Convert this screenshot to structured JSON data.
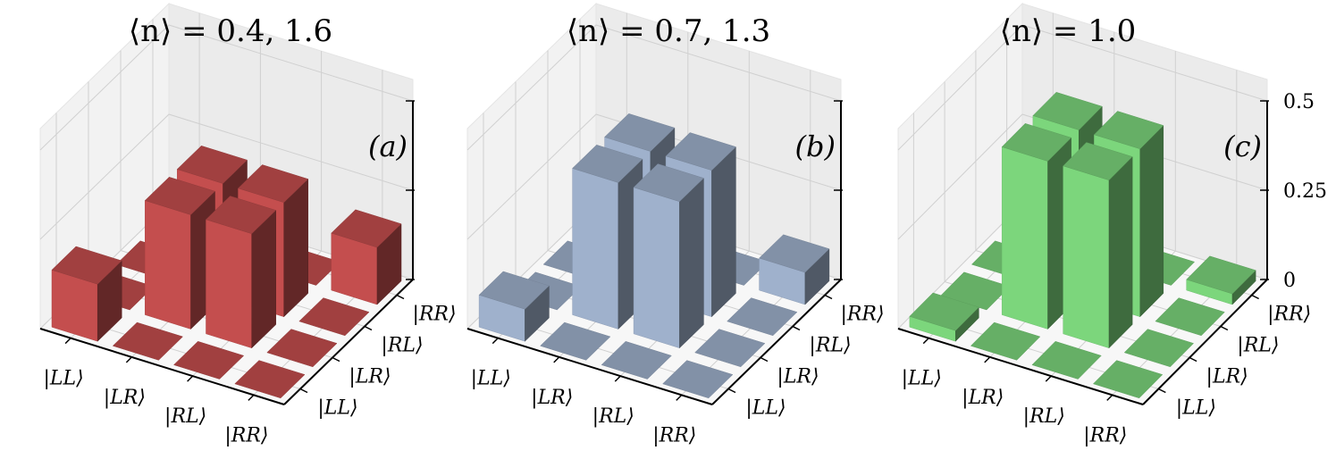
{
  "chart_data": [
    {
      "type": "bar3d",
      "title": "⟨n⟩ = 0.4, 1.6",
      "panel_label": "(a)",
      "color": "#c44e4e",
      "x_categories": [
        "|LL⟩",
        "|LR⟩",
        "|RL⟩",
        "|RR⟩"
      ],
      "y_categories": [
        "|LL⟩",
        "|LR⟩",
        "|RL⟩",
        "|RR⟩"
      ],
      "zlim": [
        0,
        0.5
      ],
      "z_ticks": [],
      "values": [
        [
          0.16,
          0.0,
          0.0,
          0.0
        ],
        [
          0.0,
          0.32,
          0.32,
          0.0
        ],
        [
          0.0,
          0.32,
          0.32,
          0.0
        ],
        [
          0.0,
          0.0,
          0.0,
          0.16
        ]
      ]
    },
    {
      "type": "bar3d",
      "title": "⟨n⟩ = 0.7, 1.3",
      "panel_label": "(b)",
      "color": "#9fb1cc",
      "x_categories": [
        "|LL⟩",
        "|LR⟩",
        "|RL⟩",
        "|RR⟩"
      ],
      "y_categories": [
        "|LL⟩",
        "|LR⟩",
        "|RL⟩",
        "|RR⟩"
      ],
      "zlim": [
        0,
        0.5
      ],
      "z_ticks": [],
      "values": [
        [
          0.09,
          0.0,
          0.0,
          0.0
        ],
        [
          0.0,
          0.41,
          0.41,
          0.0
        ],
        [
          0.0,
          0.41,
          0.41,
          0.0
        ],
        [
          0.0,
          0.0,
          0.0,
          0.09
        ]
      ]
    },
    {
      "type": "bar3d",
      "title": "⟨n⟩ = 1.0",
      "panel_label": "(c)",
      "color": "#7cd67c",
      "x_categories": [
        "|LL⟩",
        "|LR⟩",
        "|RL⟩",
        "|RR⟩"
      ],
      "y_categories": [
        "|LL⟩",
        "|LR⟩",
        "|RL⟩",
        "|RR⟩"
      ],
      "zlim": [
        0,
        0.5
      ],
      "z_ticks": [
        "0",
        "0.25",
        "0.5"
      ],
      "values": [
        [
          0.03,
          0.0,
          0.0,
          0.0
        ],
        [
          0.0,
          0.47,
          0.47,
          0.0
        ],
        [
          0.0,
          0.47,
          0.47,
          0.0
        ],
        [
          0.0,
          0.0,
          0.0,
          0.03
        ]
      ]
    }
  ]
}
